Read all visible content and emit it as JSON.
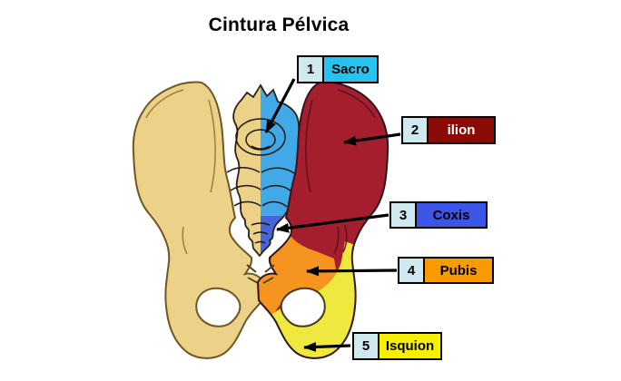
{
  "title": "Cintura Pélvica",
  "labels": [
    {
      "number": "1",
      "name": "Sacro",
      "swatch_color": "#27c3f0",
      "text_color": "#000000",
      "region_color": "#42a9e8"
    },
    {
      "number": "2",
      "name": "ilion",
      "swatch_color": "#8a0a06",
      "text_color": "#ffffff",
      "region_color": "#a51e2e"
    },
    {
      "number": "3",
      "name": "Coxis",
      "swatch_color": "#3c55e6",
      "text_color": "#000000",
      "region_color": "#4565d8"
    },
    {
      "number": "4",
      "name": "Pubis",
      "swatch_color": "#f89a00",
      "text_color": "#000000",
      "region_color": "#f5941f"
    },
    {
      "number": "5",
      "name": "Isquion",
      "swatch_color": "#f7ef00",
      "text_color": "#000000",
      "region_color": "#efe93f"
    }
  ],
  "colors": {
    "background": "#ffffff",
    "bone_tan": "#ecd189",
    "number_cell": "#cfe9ee",
    "outline_dark": "#33201a"
  }
}
